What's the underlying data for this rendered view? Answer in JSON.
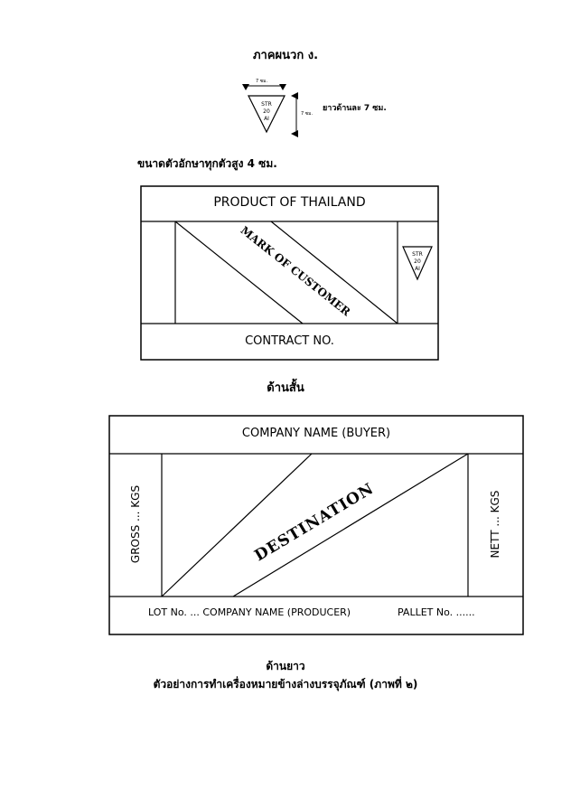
{
  "header": {
    "title": "ภาคผนวก ง."
  },
  "symbol_spec": {
    "width_label": "7 ซม.",
    "height_label": "7 ซม.",
    "triangle_lines": [
      "STR",
      "20",
      "AI"
    ],
    "side_note": "ยาวด้านละ 7 ซม."
  },
  "letter_size_note": "ขนาดตัวอักษาทุกตัวสูง 4 ซม.",
  "short_side": {
    "top_text": "PRODUCT OF THAILAND",
    "diagonal_text": "MARK OF CUSTOMER",
    "triangle_lines": [
      "STR",
      "20",
      "AI"
    ],
    "bottom_text": "CONTRACT NO.",
    "caption": "ด้านสั้น"
  },
  "long_side": {
    "top_text": "COMPANY NAME (BUYER)",
    "left_vertical_text": "GROSS ... KGS",
    "diagonal_text": "DESTINATION",
    "right_vertical_text": "NETT ... KGS",
    "bottom_left_text": "LOT No. ... COMPANY NAME (PRODUCER)",
    "bottom_right_text": "PALLET No. ......",
    "caption": "ด้านยาว"
  },
  "figure_caption": "ตัวอย่างการทำเครื่องหมายข้างล่างบรรจุภัณฑ์ (ภาพที่ ๒)"
}
